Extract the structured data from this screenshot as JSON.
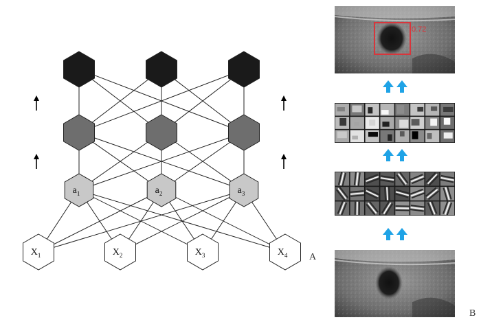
{
  "panel_labels": {
    "left": "A",
    "right": "B"
  },
  "network": {
    "input_nodes": [
      {
        "base": "X",
        "sub": "1"
      },
      {
        "base": "X",
        "sub": "2"
      },
      {
        "base": "X",
        "sub": "3"
      },
      {
        "base": "X",
        "sub": "4"
      }
    ],
    "hidden1_nodes": [
      {
        "base": "a",
        "sub": "1"
      },
      {
        "base": "a",
        "sub": "2"
      },
      {
        "base": "a",
        "sub": "3"
      }
    ],
    "hidden2_count": 3,
    "output_count": 3,
    "colors": {
      "input_fill": "#ffffff",
      "hidden1_fill": "#c8c8c8",
      "hidden2_fill": "#6e6e6e",
      "output_fill": "#1a1a1a",
      "edge": "#222222"
    }
  },
  "image_stack": {
    "detection_score": "0.72",
    "box_color": "#d9353b",
    "arrow_color": "#1fa3e6",
    "panels": [
      {
        "name": "ultrasound-detection",
        "kind": "ultrasound-with-box"
      },
      {
        "name": "high-level-features",
        "kind": "feature-grid-blocky"
      },
      {
        "name": "low-level-features",
        "kind": "feature-grid-gabor"
      },
      {
        "name": "ultrasound-input",
        "kind": "ultrasound"
      }
    ]
  }
}
